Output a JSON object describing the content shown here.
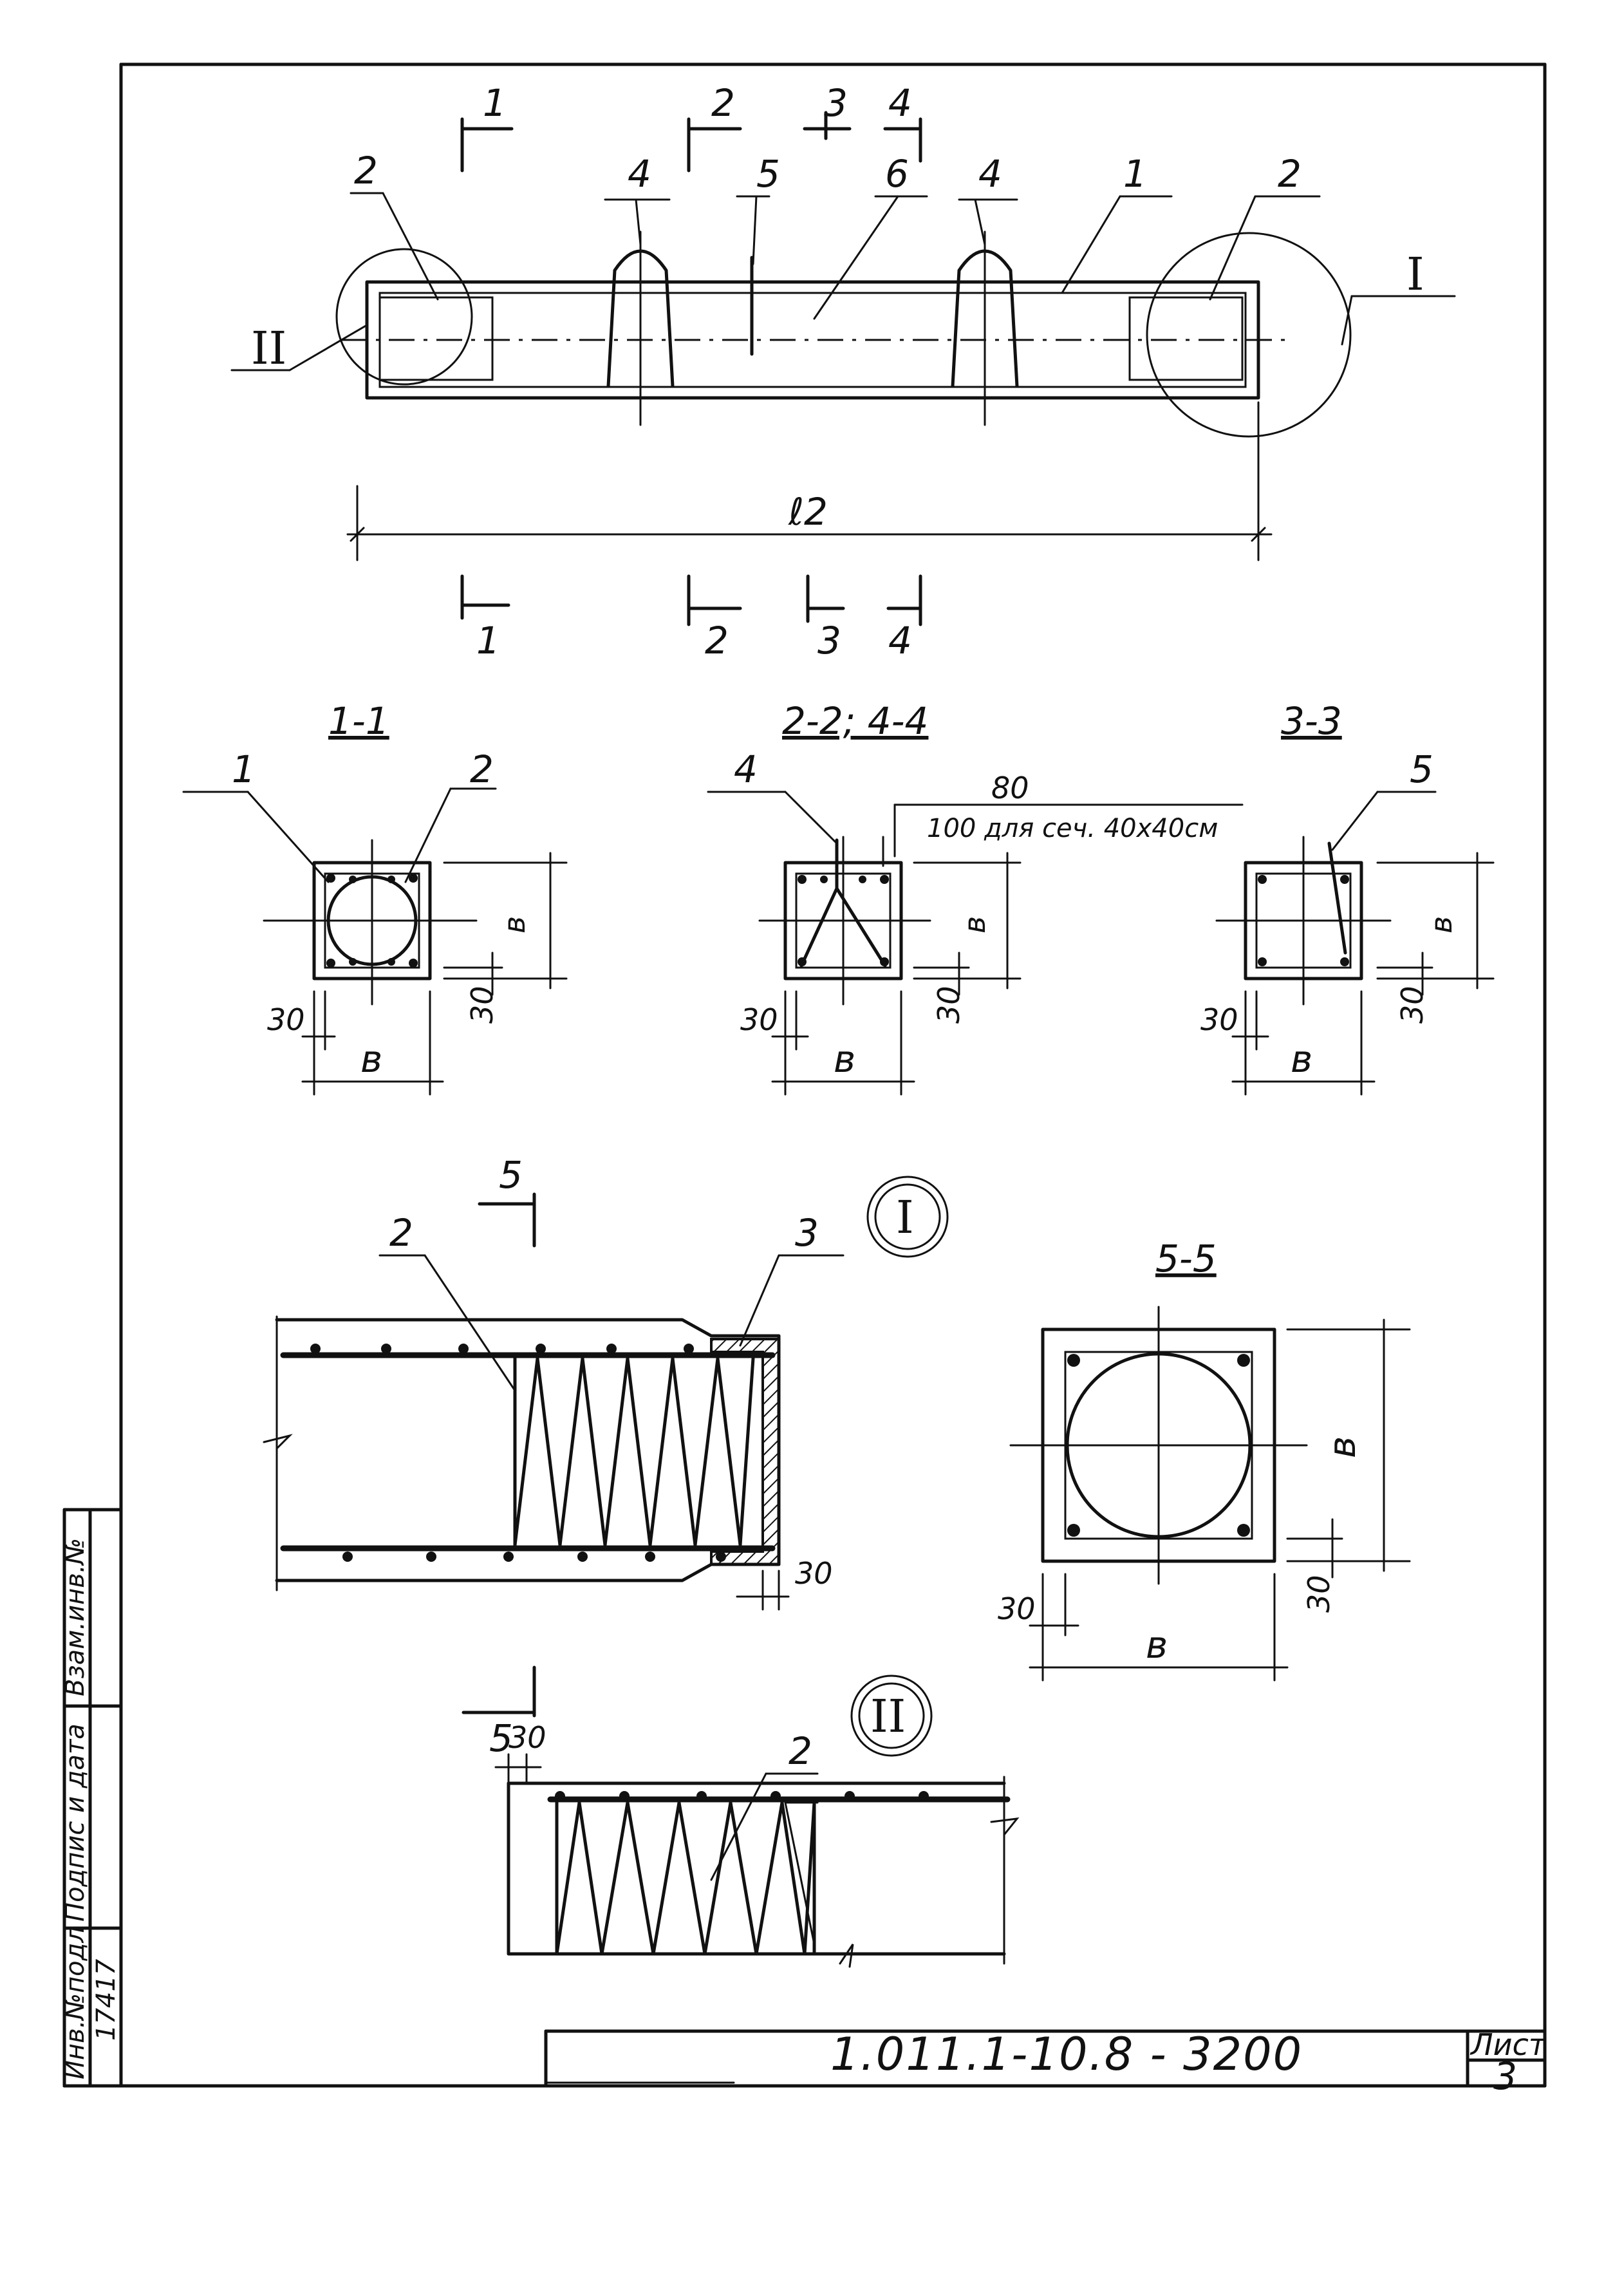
{
  "plan": {
    "length_label": "ℓ2",
    "positions": [
      "2",
      "4",
      "5",
      "6",
      "4",
      "1",
      "2"
    ],
    "detail_I": "I",
    "detail_II": "II",
    "cut_top": [
      "1",
      "2",
      "3",
      "4"
    ],
    "cut_bottom": [
      "1",
      "2",
      "3",
      "4"
    ]
  },
  "sections": {
    "s11": {
      "title": "1-1",
      "pos_left": "1",
      "pos_right": "2",
      "side": "в",
      "cover_a": "30",
      "cover_b": "30",
      "width": "в"
    },
    "s22": {
      "title": "2-2; 4-4",
      "pos": "4",
      "dim": "80",
      "note": "100 для сеч. 40х40см",
      "side": "в",
      "cover_a": "30",
      "cover_b": "30",
      "width": "в"
    },
    "s33": {
      "title": "3-3",
      "pos": "5",
      "side": "в",
      "cover_a": "30",
      "cover_b": "30",
      "width": "в"
    }
  },
  "detail1": {
    "marker": "I",
    "cut": "5",
    "cut_bottom": "5",
    "pos_left": "2",
    "pos_right": "3",
    "cover": "30"
  },
  "section55": {
    "title": "5-5",
    "side": "в",
    "cover_a": "30",
    "cover_b": "30",
    "width": "в"
  },
  "detail2": {
    "marker": "II",
    "cover": "30",
    "pos": "2"
  },
  "stamp": {
    "inv_orig": "Инв.№подл",
    "sign_date": "Подпис и дата",
    "inv_repl": "Взам.инв.№",
    "inv_value": "17417"
  },
  "title_block": {
    "code": "1.011.1-10.8 - 3200",
    "sheet_label": "Лист",
    "sheet_no": "3"
  }
}
